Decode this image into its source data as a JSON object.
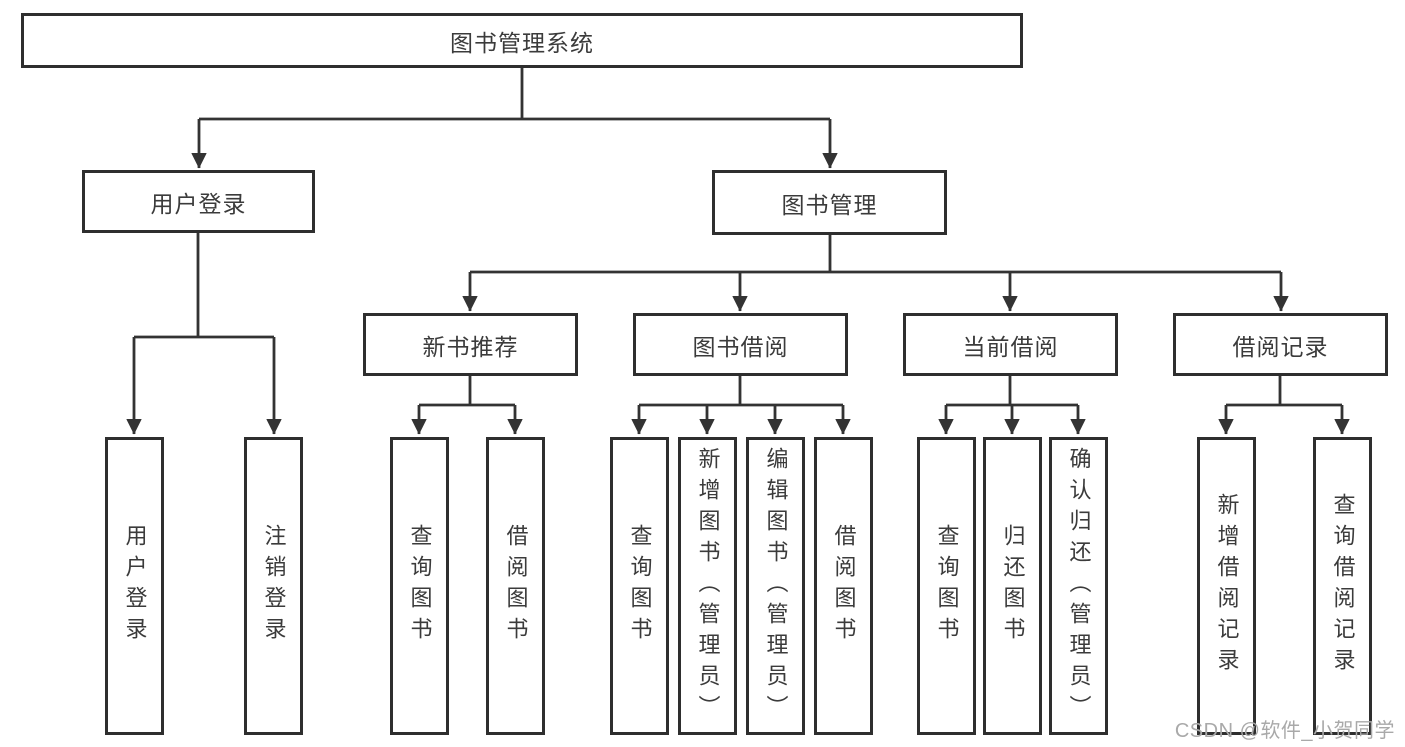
{
  "diagram": {
    "tree": {
      "label": "图书管理系统",
      "children": [
        {
          "label": "用户登录",
          "children": [
            {
              "label": "用户登录"
            },
            {
              "label": "注销登录"
            }
          ]
        },
        {
          "label": "图书管理",
          "children": [
            {
              "label": "新书推荐",
              "children": [
                {
                  "label": "查询图书"
                },
                {
                  "label": "借阅图书"
                }
              ]
            },
            {
              "label": "图书借阅",
              "children": [
                {
                  "label": "查询图书"
                },
                {
                  "label": "新增图书（管理员）"
                },
                {
                  "label": "编辑图书（管理员）"
                },
                {
                  "label": "借阅图书"
                }
              ]
            },
            {
              "label": "当前借阅",
              "children": [
                {
                  "label": "查询图书"
                },
                {
                  "label": "归还图书"
                },
                {
                  "label": "确认归还（管理员）"
                }
              ]
            },
            {
              "label": "借阅记录",
              "children": [
                {
                  "label": "新增借阅记录"
                },
                {
                  "label": "查询借阅记录"
                }
              ]
            }
          ]
        }
      ]
    },
    "colors": {
      "line": "#333333",
      "border": "#2e2e2e",
      "text": "#3b3b3b",
      "watermark_text": "#a9a9a9",
      "background": "#ffffff"
    }
  },
  "watermark": "CSDN @软件_小贺同学"
}
